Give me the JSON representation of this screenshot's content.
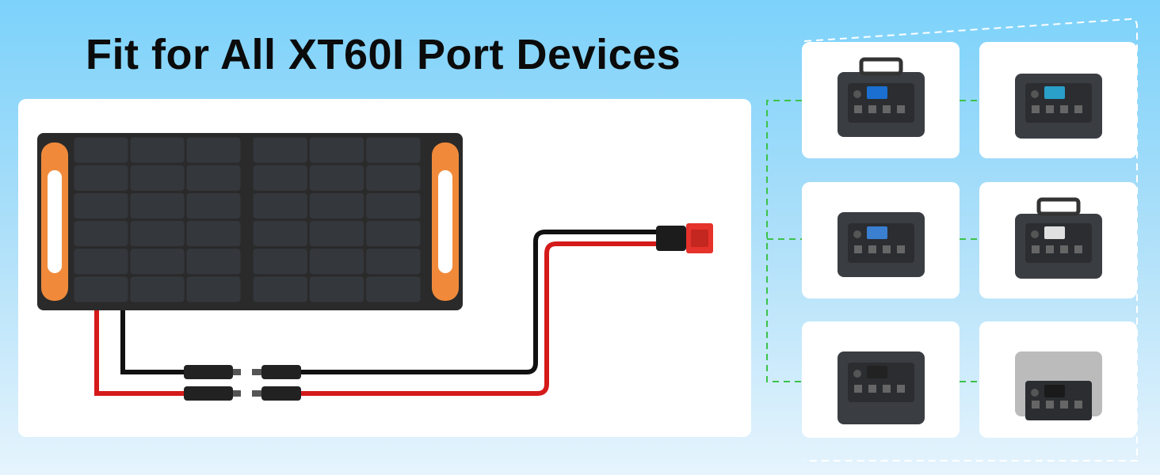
{
  "title": "Fit for All XT60I Port Devices",
  "colors": {
    "connector_line": "#3cc24a",
    "red_cable": "#d51a1a",
    "black_cable": "#111111",
    "handle_orange": "#f08a3a",
    "xt60_red": "#e5322a"
  },
  "devices": [
    {
      "name": "power-station-1"
    },
    {
      "name": "power-station-2"
    },
    {
      "name": "power-station-3"
    },
    {
      "name": "power-station-4"
    },
    {
      "name": "power-station-5"
    },
    {
      "name": "power-station-6"
    }
  ]
}
